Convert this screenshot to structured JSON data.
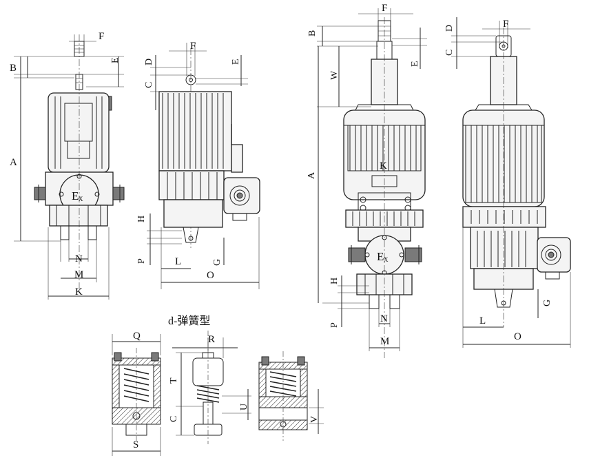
{
  "labels": {
    "v1_F": "F",
    "v1_B": "B",
    "v1_E": "E",
    "v1_A": "A",
    "v1_N": "N",
    "v1_M": "M",
    "v1_K": "K",
    "v1_ex": "E",
    "v2_F": "F",
    "v2_D": "D",
    "v2_E": "E",
    "v2_C": "C",
    "v2_H": "H",
    "v2_P": "P",
    "v2_L": "L",
    "v2_G": "G",
    "v2_O": "O",
    "v3_F": "F",
    "v3_B": "B",
    "v3_E": "E",
    "v3_W": "W",
    "v3_K": "K",
    "v3_A": "A",
    "v3_H": "H",
    "v3_P": "P",
    "v3_N": "N",
    "v3_M": "M",
    "v3_ex": "E",
    "v4_D": "D",
    "v4_F": "F",
    "v4_C": "C",
    "v4_L": "L",
    "v4_G": "G",
    "v4_O": "O",
    "sp_title": "d-弹簧型",
    "sp_Q": "Q",
    "sp_S": "S",
    "sp_R": "R",
    "sp_T": "T",
    "sp_C": "C",
    "sp_U": "U",
    "sp_V": "V",
    "ex_sub": "X"
  }
}
